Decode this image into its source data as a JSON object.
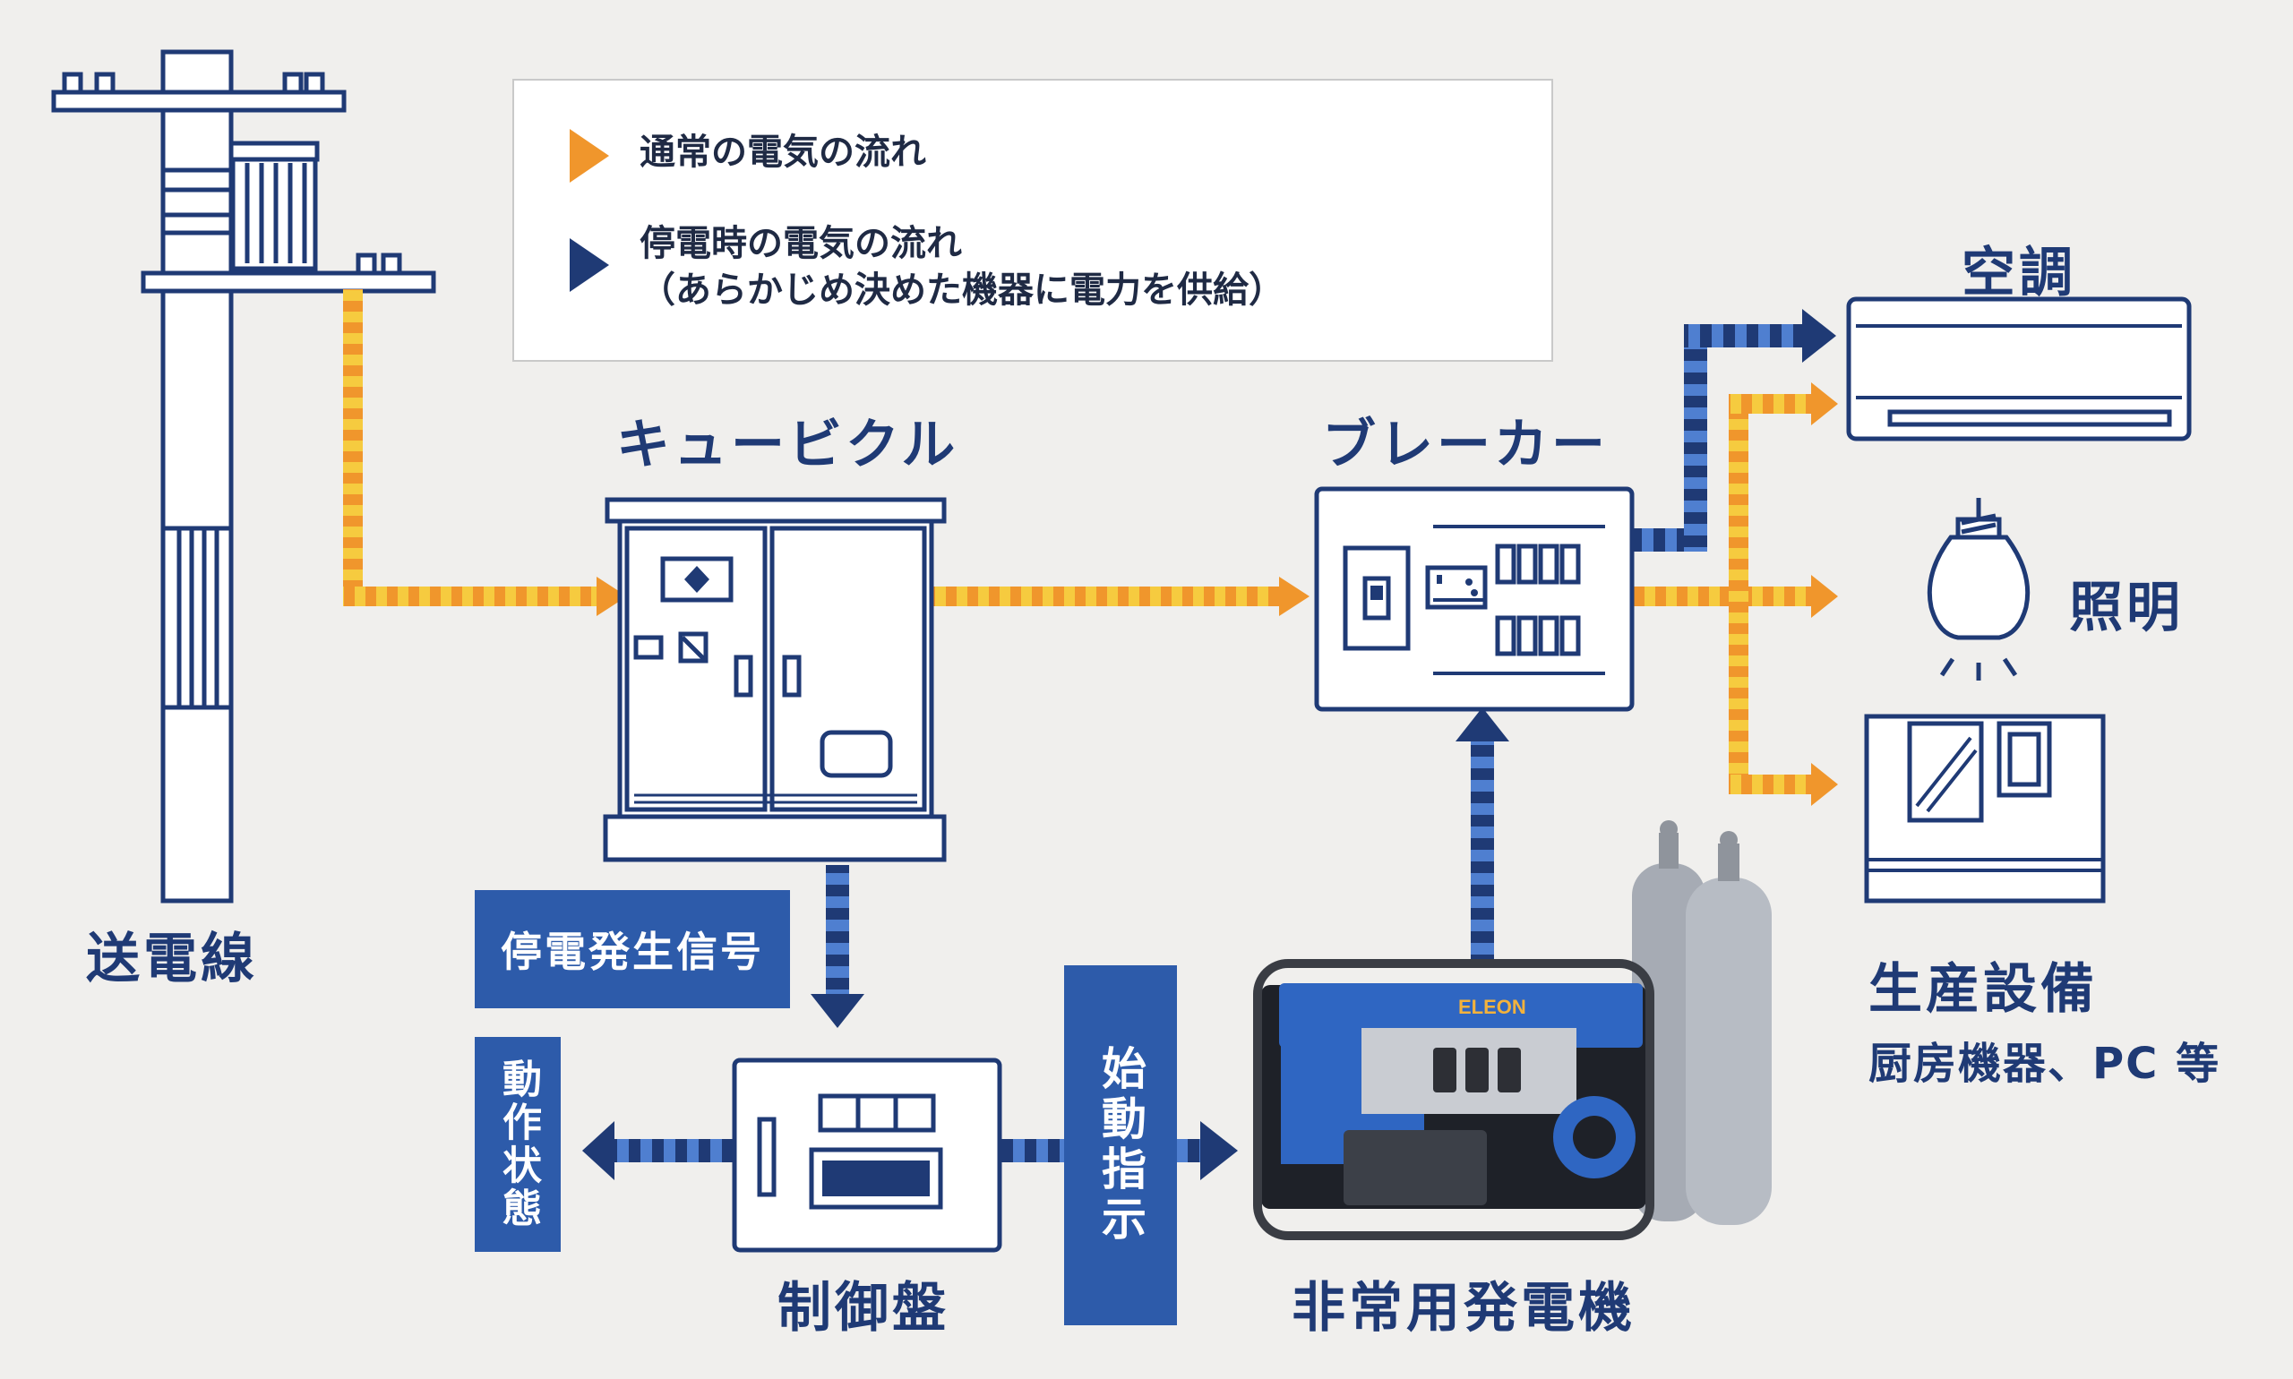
{
  "legend": {
    "normal_flow": "通常の電気の流れ",
    "outage_flow_line1": "停電時の電気の流れ",
    "outage_flow_line2": "（あらかじめ決めた機器に電力を供給）"
  },
  "nodes": {
    "power_line": "送電線",
    "cubicle": "キュービクル",
    "breaker": "ブレーカー",
    "control_panel": "制御盤",
    "generator": "非常用発電機",
    "aircon": "空調",
    "lighting": "照明",
    "production": "生産設備",
    "production_sub": "厨房機器、PC 等"
  },
  "signals": {
    "outage_signal": "停電発生信号",
    "operation_status": "動作状態",
    "start_command": "始動指示"
  },
  "generator_brand": "ELEON",
  "colors": {
    "navy": "#1f3a75",
    "orange": "#f0962c",
    "yellow": "#f6cb3f",
    "blue": "#2d5baa",
    "lightblue": "#4f7fd0",
    "background": "#f0efed"
  }
}
